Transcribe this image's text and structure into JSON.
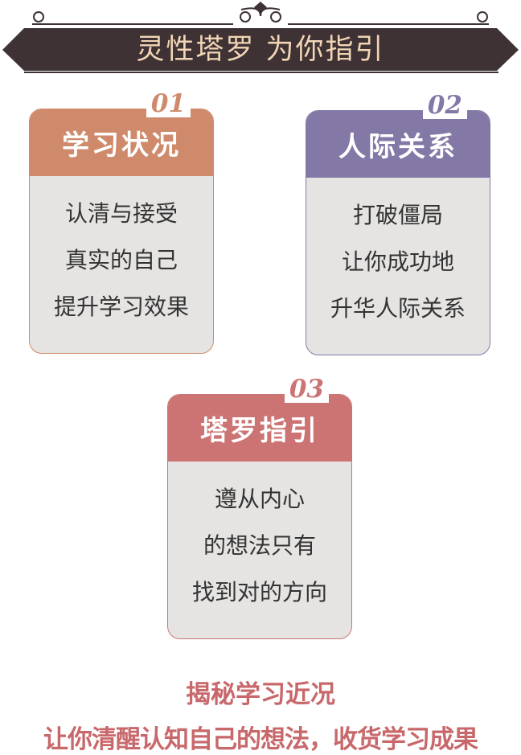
{
  "banner": {
    "title": "灵性塔罗 为你指引"
  },
  "cards": [
    {
      "number": "01",
      "title": "学习状况",
      "lines": [
        "认清与接受",
        "真实的自己",
        "提升学习效果"
      ],
      "color": "#cf8a6c"
    },
    {
      "number": "02",
      "title": "人际关系",
      "lines": [
        "打破僵局",
        "让你成功地",
        "升华人际关系"
      ],
      "color": "#8479a6"
    },
    {
      "number": "03",
      "title": "塔罗指引",
      "lines": [
        "遵从内心",
        "的想法只有",
        "找到对的方向"
      ],
      "color": "#cc7474"
    }
  ],
  "footer": {
    "line1": "揭秘学习近况",
    "line2": "让你清醒认知自己的想法，收货学习成果"
  }
}
